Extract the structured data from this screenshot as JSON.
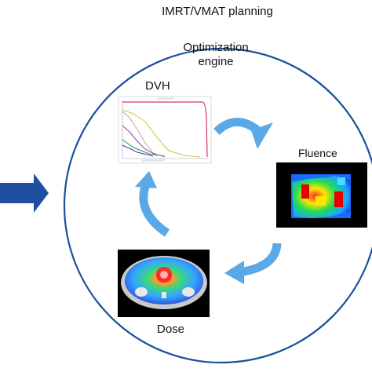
{
  "title": "IMRT/VMAT planning",
  "engine": [
    "Optimization",
    "engine"
  ],
  "nodes": {
    "dvh": "DVH",
    "fluence": "Fluence",
    "dose": "Dose"
  },
  "colors": {
    "circle": "#1a4f9c",
    "cycle_arrow": "#5aa9e6",
    "input_arrow": "#1f4fa0"
  },
  "dvh_plot": {
    "curve_colors": [
      "#d6336c",
      "#c9c93a",
      "#d29aa8",
      "#7a4fb0",
      "#2e8b57",
      "#3a3aa8"
    ]
  }
}
